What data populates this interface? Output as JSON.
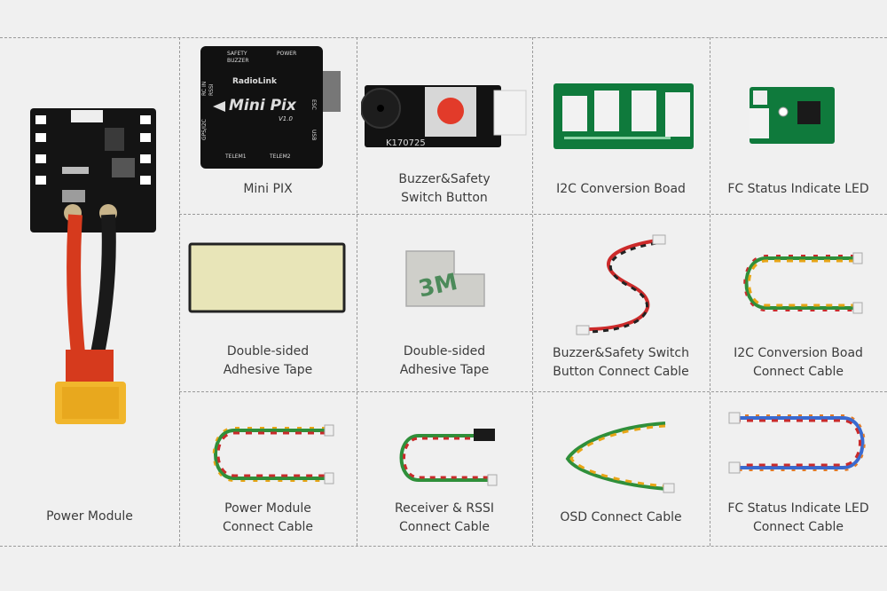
{
  "items": [
    {
      "id": "power-module",
      "lines": [
        "Power Module"
      ]
    },
    {
      "id": "mini-pix",
      "lines": [
        "Mini PIX"
      ]
    },
    {
      "id": "buzzer-safety",
      "lines": [
        "Buzzer&Safety",
        "Switch Button"
      ]
    },
    {
      "id": "i2c-board",
      "lines": [
        "I2C Conversion Boad"
      ]
    },
    {
      "id": "fc-led",
      "lines": [
        "FC Status Indicate LED"
      ]
    },
    {
      "id": "tape-1",
      "lines": [
        "Double-sided",
        "Adhesive Tape"
      ]
    },
    {
      "id": "tape-2",
      "lines": [
        "Double-sided",
        "Adhesive Tape"
      ]
    },
    {
      "id": "buzzer-cable",
      "lines": [
        "Buzzer&Safety Switch",
        "Button Connect Cable"
      ]
    },
    {
      "id": "i2c-cable",
      "lines": [
        "I2C Conversion Boad",
        "Connect Cable"
      ]
    },
    {
      "id": "power-cable",
      "lines": [
        "Power Module",
        "Connect Cable"
      ]
    },
    {
      "id": "rssi-cable",
      "lines": [
        "Receiver & RSSI",
        "Connect Cable"
      ]
    },
    {
      "id": "osd-cable",
      "lines": [
        "OSD Connect Cable"
      ]
    },
    {
      "id": "led-cable",
      "lines": [
        "FC Status Indicate LED",
        "Connect Cable"
      ]
    }
  ],
  "product_marks": {
    "minipix_brand": "RadioLink",
    "minipix_model": "Mini Pix",
    "minipix_version": "V1.0",
    "minipix_safety": "SAFETY",
    "minipix_buzzer": "BUZZER",
    "minipix_power": "POWER",
    "minipix_telem1": "TELEM1",
    "minipix_telem2": "TELEM2",
    "minipix_gps": "GPS/I2C",
    "minipix_rcin": "RC IN",
    "minipix_rssi": "RSSI",
    "minipix_esc": "ESC",
    "minipix_usb": "USB",
    "buzzer_code": "K170725",
    "tape_brand": "3M"
  }
}
